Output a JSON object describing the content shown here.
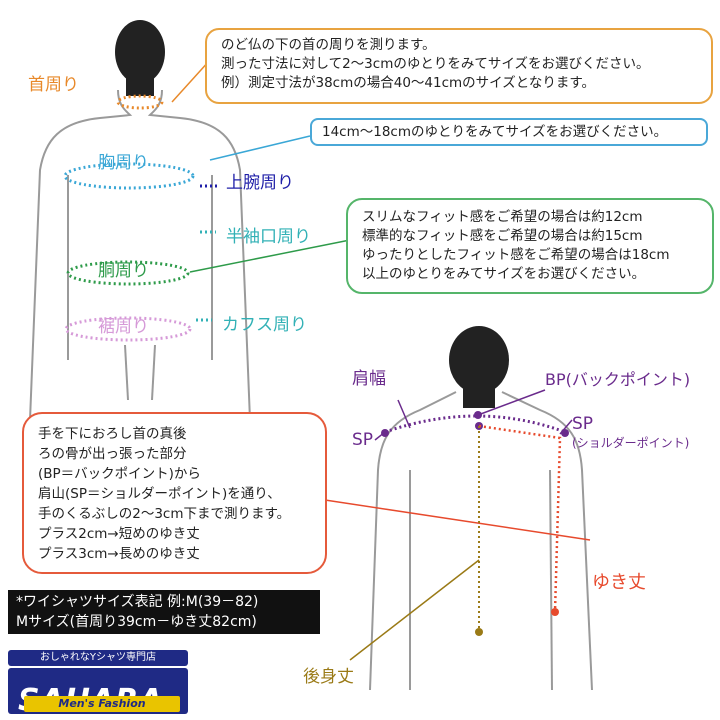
{
  "labels": {
    "neck": "首周り",
    "chest": "胸周り",
    "upper_arm": "上腕周り",
    "half_sleeve": "半袖口周り",
    "waist": "胴周り",
    "cuff": "カフス周り",
    "hem": "裾周り",
    "shoulder_width": "肩幅",
    "bp": "BP(バックポイント)",
    "sp_left": "SP",
    "sp_right": "SP",
    "sp_right_sub": "(ショルダーポイント)",
    "sleeve_length": "ゆき丈",
    "back_length": "後身丈"
  },
  "boxes": {
    "neck_note": [
      "のど仏の下の首の周りを測ります。",
      "測った寸法に対して2～3cmのゆとりをみてサイズをお選びください。",
      "例）測定寸法が38cmの場合40～41cmのサイズとなります。"
    ],
    "chest_note": [
      "14cm～18cmのゆとりをみてサイズをお選びください。"
    ],
    "waist_note": [
      "スリムなフィット感をご希望の場合は約12cm",
      "標準的なフィット感をご希望の場合は約15cm",
      "ゆったりとしたフィット感をご希望の場合は18cm",
      "以上のゆとりをみてサイズをお選びください。"
    ],
    "sleeve_note": [
      "手を下におろし首の真後",
      "ろの骨が出っ張った部分",
      "(BP＝バックポイント)から",
      "肩山(SP＝ショルダーポイント)を通り、",
      "手のくるぶしの2～3cm下まで測ります。",
      "プラス2cm→短めのゆき丈",
      "プラス3cm→長めのゆき丈"
    ]
  },
  "legend": {
    "line1": "*ワイシャツサイズ表記 例:M(39－82)",
    "line2": "Mサイズ(首周り39cm－ゆき丈82cm)"
  },
  "logo": {
    "tagline": "おしゃれなYシャツ専門店",
    "brand": "SAHARA",
    "sub": "Men's Fashion"
  },
  "colors": {
    "neck": "#e8892a",
    "chest": "#3aa7d6",
    "upper_arm": "#1f1fa8",
    "waist": "#2e9b4a",
    "hem": "#d69ad8",
    "shoulder": "#6a2b8c",
    "sleeve": "#e74a2d",
    "back": "#9a7a16"
  }
}
